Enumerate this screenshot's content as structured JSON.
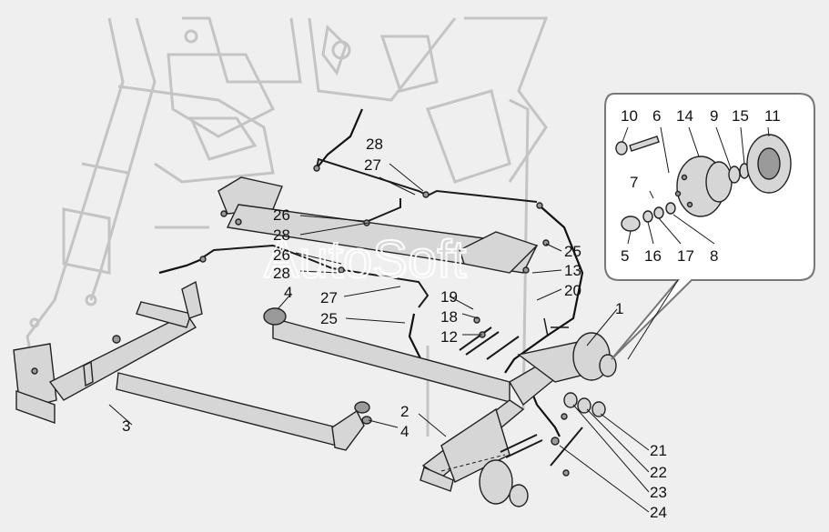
{
  "watermark": "AutoSoft",
  "labels": {
    "l1": "1",
    "l2": "2",
    "l3": "3",
    "l4a": "4",
    "l4b": "4",
    "l5": "5",
    "l6": "6",
    "l7": "7",
    "l8": "8",
    "l9": "9",
    "l10": "10",
    "l11": "11",
    "l12": "12",
    "l13": "13",
    "l14": "14",
    "l15": "15",
    "l16": "16",
    "l17": "17",
    "l18": "18",
    "l19": "19",
    "l20": "20",
    "l21": "21",
    "l22": "22",
    "l23": "23",
    "l24": "24",
    "l25a": "25",
    "l25b": "25",
    "l26a": "26",
    "l26b": "26",
    "l27a": "27",
    "l27b": "27",
    "l28a": "28",
    "l28b": "28",
    "l28c": "28"
  },
  "colors": {
    "background": "#efefef",
    "ink": "#111111",
    "ghost": "#c4c4c4",
    "inset_panel": "#ffffff"
  }
}
